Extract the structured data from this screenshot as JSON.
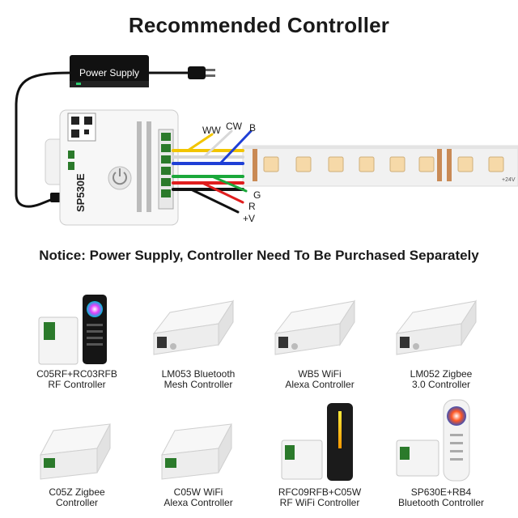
{
  "header": {
    "title": "Recommended Controller"
  },
  "diagram": {
    "power_supply_label": "Power Supply",
    "controller_model": "SP530E",
    "wire_labels": {
      "ww": "WW",
      "cw": "CW",
      "b": "B",
      "g": "G",
      "r": "R",
      "v": "+V"
    },
    "wire_colors": {
      "ww": "#f2c500",
      "cw": "#d8d8d8",
      "b": "#1f3fd6",
      "g": "#1aa83a",
      "r": "#e01e1e",
      "v": "#111111"
    },
    "strip_pad_label": "+24V"
  },
  "notice": {
    "text": "Notice: Power Supply, Controller Need To Be Purchased Separately"
  },
  "products": [
    {
      "line1": "C05RF+RC03RFB",
      "line2": "RF Controller",
      "image": "rf-controller-with-remote"
    },
    {
      "line1": "LM053 Bluetooth",
      "line2": "Mesh Controller",
      "image": "bluetooth-mesh-controller"
    },
    {
      "line1": "WB5 WiFi",
      "line2": "Alexa Controller",
      "image": "wifi-alexa-controller"
    },
    {
      "line1": "LM052 Zigbee",
      "line2": "3.0 Controller",
      "image": "zigbee-controller"
    },
    {
      "line1": "C05Z Zigbee",
      "line2": "Controller",
      "image": "zigbee-controller-small"
    },
    {
      "line1": "C05W WiFi",
      "line2": "Alexa Controller",
      "image": "wifi-controller-small"
    },
    {
      "line1": "RFC09RFB+C05W",
      "line2": "RF WiFi Controller",
      "image": "rf-wifi-controller-with-remote"
    },
    {
      "line1": "SP630E+RB4",
      "line2": "Bluetooth Controller",
      "image": "bluetooth-controller-with-remote"
    }
  ]
}
